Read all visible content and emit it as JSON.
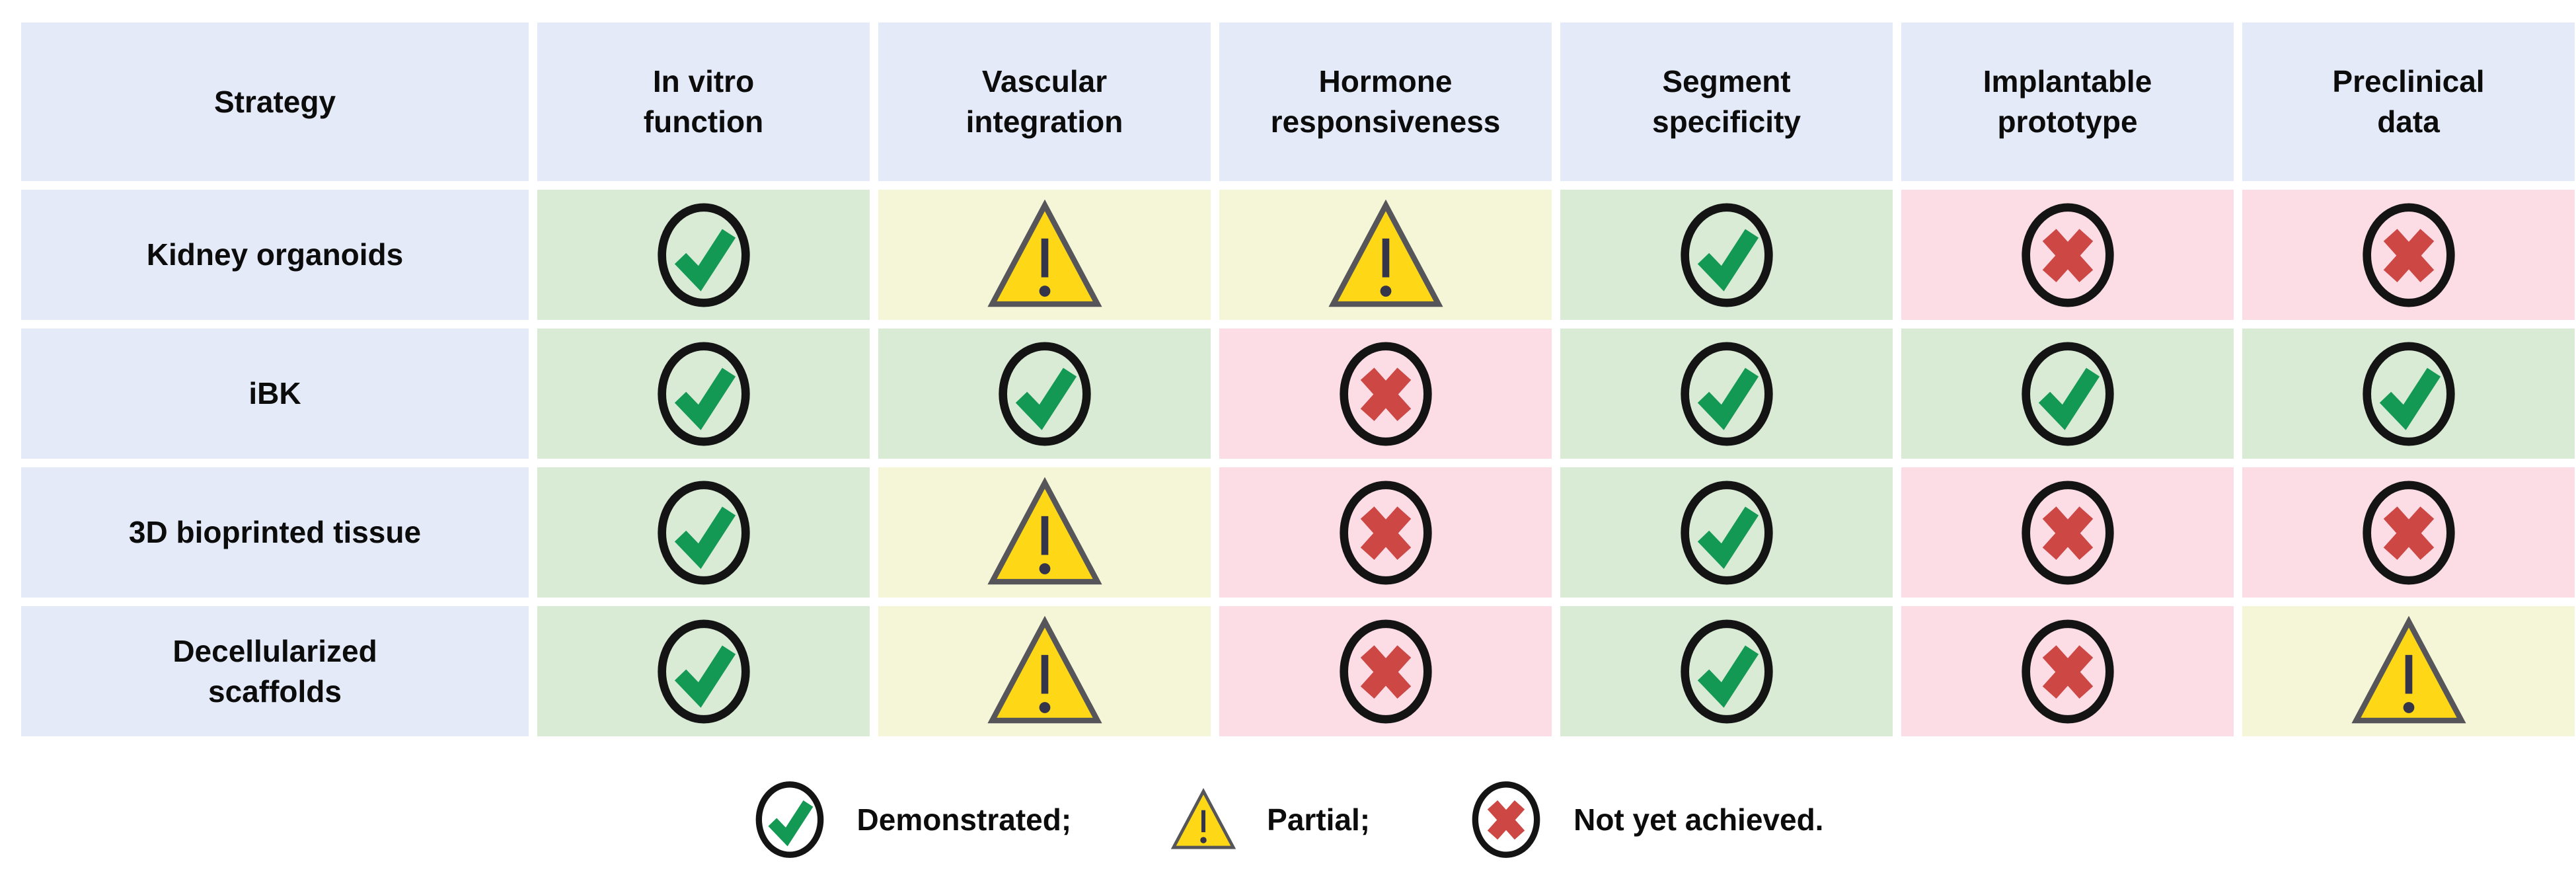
{
  "colors": {
    "page_bg": "#ffffff",
    "label_cell_bg": "#e4eaf7",
    "status": {
      "demonstrated": {
        "cell_bg": "#d9ead5"
      },
      "partial": {
        "cell_bg": "#f5f6d8"
      },
      "not_achieved": {
        "cell_bg": "#fcdde6"
      }
    },
    "check_green": "#149955",
    "x_red": "#cd4744",
    "triangle_fill": "#fed817",
    "triangle_stroke": "#55555a",
    "exclamation": "#34344a",
    "ring_black": "#141414",
    "text": "#0c0c0c"
  },
  "table": {
    "corner_header": "Strategy",
    "columns": [
      "In vitro\nfunction",
      "Vascular\nintegration",
      "Hormone\nresponsiveness",
      "Segment\nspecificity",
      "Implantable\nprototype",
      "Preclinical\ndata"
    ],
    "rows": [
      {
        "strategy": "Kidney organoids",
        "cells": [
          "demonstrated",
          "partial",
          "partial",
          "demonstrated",
          "not_achieved",
          "not_achieved"
        ]
      },
      {
        "strategy": "iBK",
        "cells": [
          "demonstrated",
          "demonstrated",
          "not_achieved",
          "demonstrated",
          "demonstrated",
          "demonstrated"
        ]
      },
      {
        "strategy": "3D bioprinted tissue",
        "cells": [
          "demonstrated",
          "partial",
          "not_achieved",
          "demonstrated",
          "not_achieved",
          "not_achieved"
        ]
      },
      {
        "strategy": "Decellularized\nscaffolds",
        "cells": [
          "demonstrated",
          "partial",
          "not_achieved",
          "demonstrated",
          "not_achieved",
          "partial"
        ]
      }
    ]
  },
  "legend": {
    "items": [
      {
        "status": "demonstrated",
        "label": "Demonstrated;"
      },
      {
        "status": "partial",
        "label": "Partial;"
      },
      {
        "status": "not_achieved",
        "label": "Not yet achieved."
      }
    ]
  },
  "chart_data": {
    "type": "table",
    "title": "",
    "row_header": "Strategy",
    "columns": [
      "In vitro function",
      "Vascular integration",
      "Hormone responsiveness",
      "Segment specificity",
      "Implantable prototype",
      "Preclinical data"
    ],
    "rows": [
      "Kidney organoids",
      "iBK",
      "3D bioprinted tissue",
      "Decellularized scaffolds"
    ],
    "values": [
      [
        "demonstrated",
        "partial",
        "partial",
        "demonstrated",
        "not_achieved",
        "not_achieved"
      ],
      [
        "demonstrated",
        "demonstrated",
        "not_achieved",
        "demonstrated",
        "demonstrated",
        "demonstrated"
      ],
      [
        "demonstrated",
        "partial",
        "not_achieved",
        "demonstrated",
        "not_achieved",
        "not_achieved"
      ],
      [
        "demonstrated",
        "partial",
        "not_achieved",
        "demonstrated",
        "not_achieved",
        "partial"
      ]
    ],
    "legend": {
      "demonstrated": "Demonstrated",
      "partial": "Partial",
      "not_achieved": "Not yet achieved"
    },
    "layout_hints": {
      "cell_color_demonstrated": "#d9ead5",
      "cell_color_partial": "#f5f6d8",
      "cell_color_not_achieved": "#fcdde6",
      "legend_position": "bottom-center",
      "grid": "white gaps between cells"
    }
  }
}
